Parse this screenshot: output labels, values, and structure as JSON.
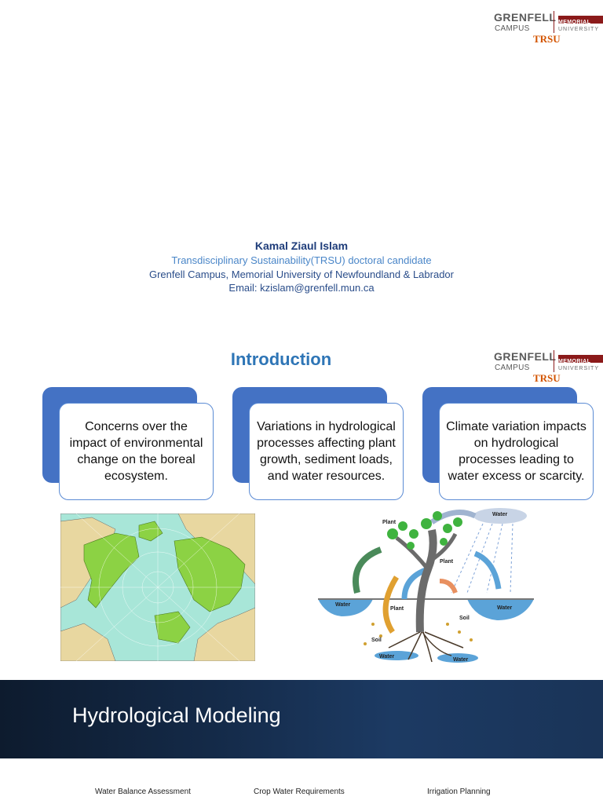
{
  "logo": {
    "grenfell": "GRENFELL",
    "campus": "CAMPUS",
    "memorial": "MEMORIAL",
    "university": "UNIVERSITY",
    "trsu": "TRSU"
  },
  "title_slide": {
    "name": "Kamal Ziaul Islam",
    "role": "Transdisciplinary Sustainability(TRSU) doctoral candidate",
    "affiliation": "Grenfell Campus, Memorial University of Newfoundland & Labrador",
    "email": "Email: kzislam@grenfell.mun.ca"
  },
  "introduction": {
    "title": "Introduction",
    "cards": [
      {
        "text": "Concerns over the impact of environmental change on the boreal ecosystem."
      },
      {
        "text": "Variations in hydrological processes affecting plant growth, sediment loads, and water resources."
      },
      {
        "text": "Climate variation impacts on hydrological processes leading to water excess or scarcity."
      }
    ],
    "diagram_labels": {
      "plant_top": "Plant",
      "plant_mid": "Plant",
      "plant_low": "Plant",
      "water_sky": "Water",
      "water_left": "Water",
      "water_right": "Water",
      "soil_left": "Soil",
      "soil_right": "Soil",
      "water_bottom_left": "Water",
      "water_bottom_right": "Water"
    }
  },
  "hydro": {
    "title": "Hydrological Modeling",
    "items": [
      "Water Balance Assessment",
      "Crop Water Requirements",
      "Irrigation Planning"
    ]
  },
  "colors": {
    "card_back": "#4472c4",
    "card_border": "#5b8bd4",
    "intro_title": "#2e75b6",
    "band": "#142a48",
    "land": "#8cd244",
    "ocean": "#a8e6d8"
  }
}
